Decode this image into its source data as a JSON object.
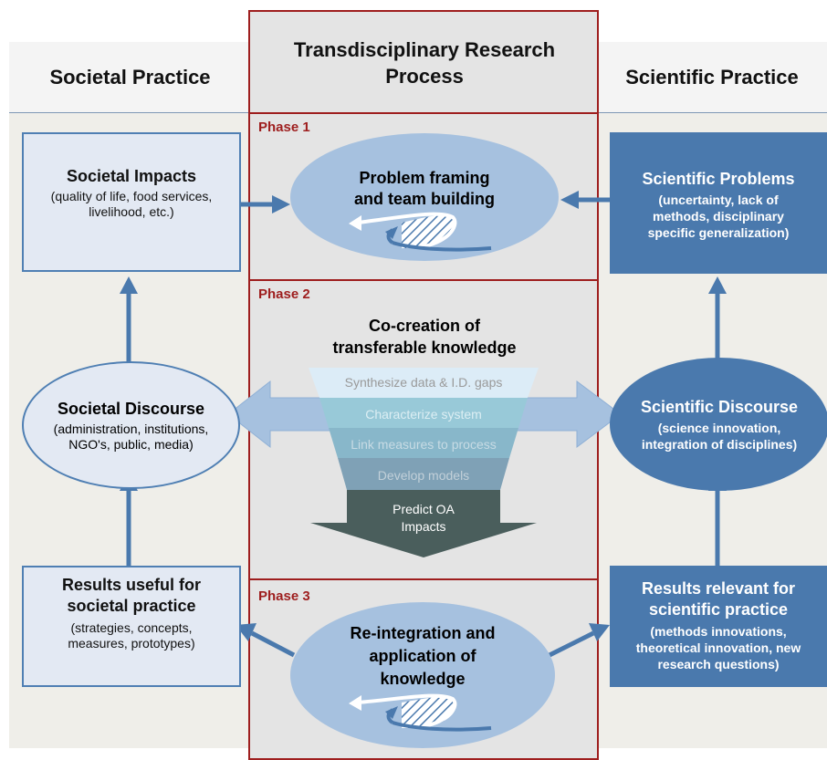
{
  "headers": {
    "left": "Societal Practice",
    "center": "Transdisciplinary  Research Process",
    "right": "Scientific Practice"
  },
  "phases": {
    "p1": "Phase 1",
    "p2": "Phase 2",
    "p3": "Phase 3"
  },
  "left": {
    "impacts": {
      "title": "Societal Impacts",
      "body": "(quality of life, food services, livelihood, etc.)"
    },
    "discourse": {
      "title": "Societal Discourse",
      "body": "(administration, institutions, NGO's, public, media)"
    },
    "results": {
      "title": "Results useful for societal practice",
      "body": "(strategies, concepts, measures, prototypes)"
    }
  },
  "right": {
    "problems": {
      "title": "Scientific Problems",
      "body": "(uncertainty, lack of methods, disciplinary specific generalization)"
    },
    "discourse": {
      "title": "Scientific Discourse",
      "body": "(science innovation, integration of disciplines)"
    },
    "results": {
      "title": "Results relevant for scientific practice",
      "body": "(methods innovations, theoretical innovation, new research questions)"
    }
  },
  "center": {
    "phase1_oval": "Problem framing and team building",
    "phase2_title": "Co-creation of transferable knowledge",
    "funnel": [
      "Synthesize data & I.D. gaps",
      "Characterize system",
      "Link measures to process",
      "Develop models"
    ],
    "funnel_tip": "Predict OA Impacts",
    "phase3_oval": "Re-integration and application of knowledge"
  },
  "colors": {
    "accent_red": "#9e1e1e",
    "dark_blue": "#4a79ad",
    "light_blue": "#a6c1df",
    "funnel_dark": "#4a5e5c"
  }
}
